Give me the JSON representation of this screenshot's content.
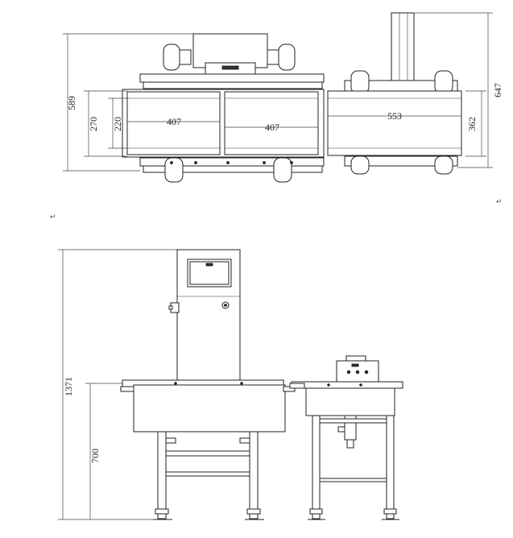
{
  "top_view": {
    "dimensions": {
      "overall_depth": "589",
      "belt_width_outer": "270",
      "belt_width_inner": "220",
      "length_infeed": "407",
      "length_weigh": "407",
      "length_reject": "553",
      "reject_depth": "362",
      "reject_total": "647"
    }
  },
  "side_view": {
    "dimensions": {
      "total_height": "1371",
      "conveyor_height": "700"
    }
  },
  "paragraph_marks": [
    "↵",
    "↵"
  ]
}
